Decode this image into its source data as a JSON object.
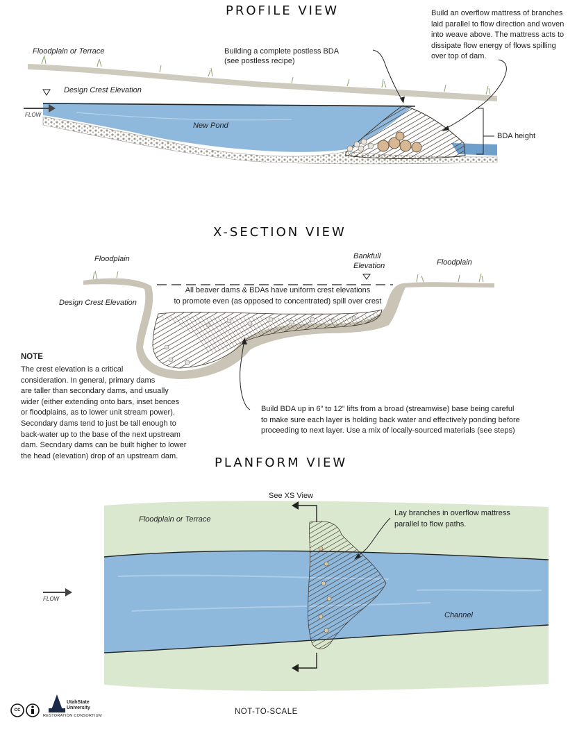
{
  "profile": {
    "title": "PROFILE VIEW",
    "floodplain_label": "Floodplain or Terrace",
    "building_label_l1": "Building a complete postless BDA",
    "building_label_l2": "(see postless recipe)",
    "overflow_note": [
      "Build an overflow mattress of branches",
      "laid parallel to flow direction and woven",
      "into weave above. The mattress acts to",
      "dissipate flow energy of flows spilling",
      "over top of dam."
    ],
    "design_crest_label": "Design Crest Elevation",
    "flow_label": "FLOW",
    "pond_label": "New Pond",
    "bda_height_label": "BDA height"
  },
  "xsection": {
    "title": "X-SECTION VIEW",
    "floodplain_left": "Floodplain",
    "floodplain_right": "Floodplain",
    "bankfull_l1": "Bankfull",
    "bankfull_l2": "Elevation",
    "design_crest_label": "Design Crest Elevation",
    "crest_note_l1": "All beaver dams & BDAs have uniform crest elevations",
    "crest_note_l2": "to promote even (as opposed to concentrated)  spill over crest",
    "build_note": [
      "Build BDA up in 6” to 12” lifts from a broad (streamwise) base being careful",
      "to make sure each layer is holding back water and effectively ponding before",
      "proceeding to next layer. Use a mix of locally-sourced materials (see steps)"
    ]
  },
  "note": {
    "heading": "NOTE",
    "lines": [
      "The crest elevation is a critical",
      "consideration. In general, primary dams",
      "are taller than secondary dams, and usually",
      "wider (either extending onto bars, inset bences",
      "or floodplains, as to lower unit stream power).",
      "Secondary dams tend to just be tall enough to",
      "back-water up to the base of the next upstream",
      "dam. Secndary dams can be built higher to lower",
      "the head (elevation) drop of an upstream dam."
    ]
  },
  "planform": {
    "title": "PLANFORM VIEW",
    "floodplain_label": "Floodplain or Terrace",
    "see_xs_label": "See XS View",
    "lay_branches_l1": "Lay branches in overflow mattress",
    "lay_branches_l2": "parallel to flow paths.",
    "flow_label": "FLOW",
    "channel_label": "Channel"
  },
  "footer": {
    "scale_label": "NOT-TO-SCALE",
    "cc_label": "cc",
    "logo_line1": "UtahState",
    "logo_line2": "University",
    "logo_line3": "RESTORATION CONSORTIUM"
  },
  "colors": {
    "water": "#8fb8dd",
    "water_dark": "#6f9fcc",
    "terrace_green": "#dbe8d0",
    "gravel": "#c9c4b6",
    "dam_brown": "#6b5a44"
  }
}
